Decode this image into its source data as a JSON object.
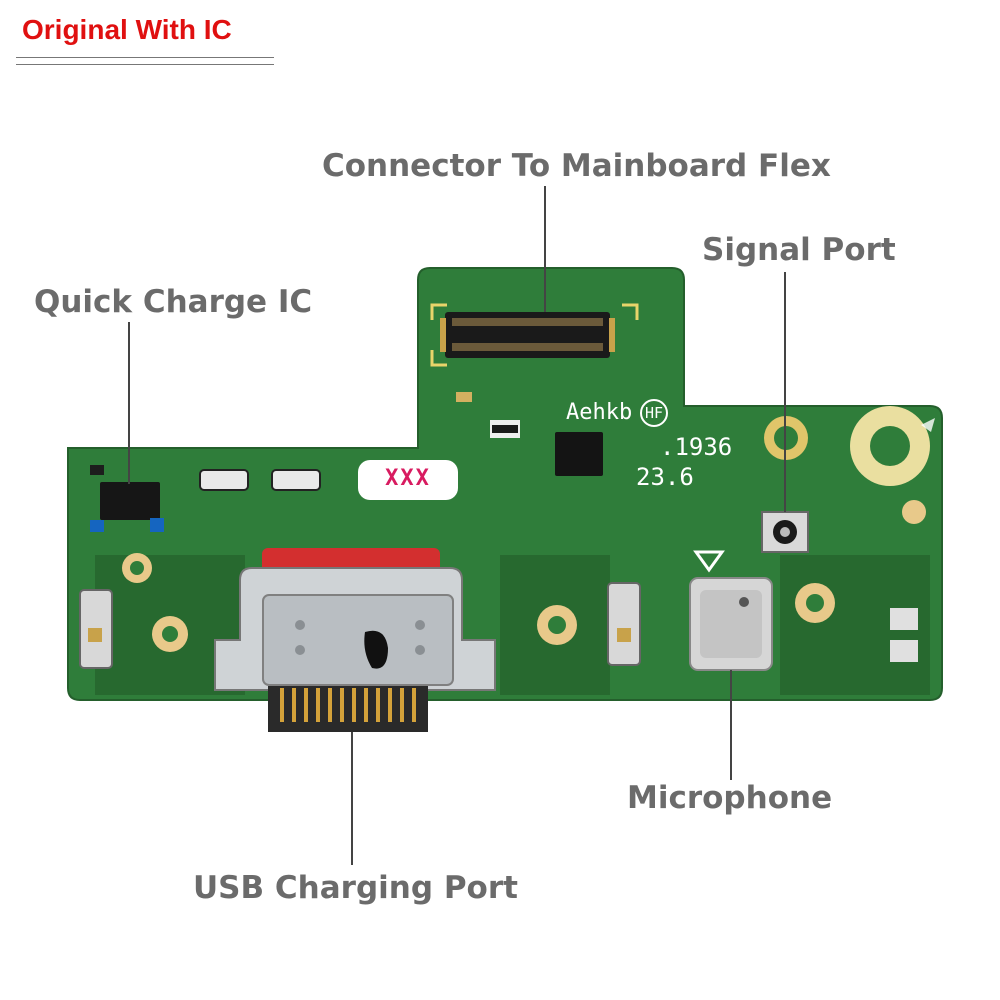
{
  "header": {
    "title": "Original With IC"
  },
  "callouts": {
    "connector": "Connector To Mainboard Flex",
    "signal_port": "Signal Port",
    "quick_charge_ic": "Quick Charge IC",
    "microphone": "Microphone",
    "usb_port": "USB Charging Port"
  },
  "pcb_markings": {
    "sticker": "XXX",
    "brand": "Aehkb",
    "hf_badge": "HF",
    "date_code": ".1936",
    "version": "23.6"
  },
  "colors": {
    "header_red": "#e01010",
    "label_gray": "#6b6b6b",
    "pcb_green": "#2f7d3a",
    "sticker_text": "#d81b60"
  }
}
